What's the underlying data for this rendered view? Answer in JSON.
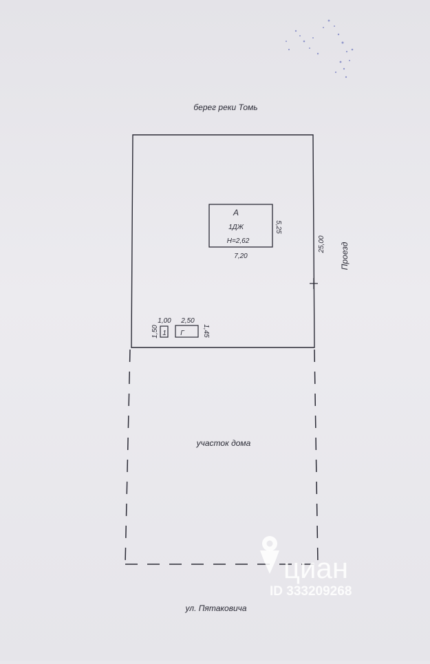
{
  "plan": {
    "top_label": "берег реки Томь",
    "bottom_label": "ул. Пятаковича",
    "right_label": "Проезд",
    "lot_label": "участок дома",
    "right_dimension": "25,00",
    "house": {
      "letter": "А",
      "type": "1ДЖ",
      "height": "Н=2,62",
      "width": "7,20",
      "depth": "5,25"
    },
    "outbuilding_1": {
      "letter": "1",
      "width": "1,00",
      "depth": "1,50"
    },
    "outbuilding_g": {
      "letter": "Г",
      "width": "2,50",
      "depth": "1,45"
    }
  },
  "watermark": {
    "brand": "циан",
    "id": "ID 333209268"
  },
  "colors": {
    "ink": "#2a2a35",
    "paper": "#e9e8ec",
    "stamp": "#4a55b0"
  }
}
